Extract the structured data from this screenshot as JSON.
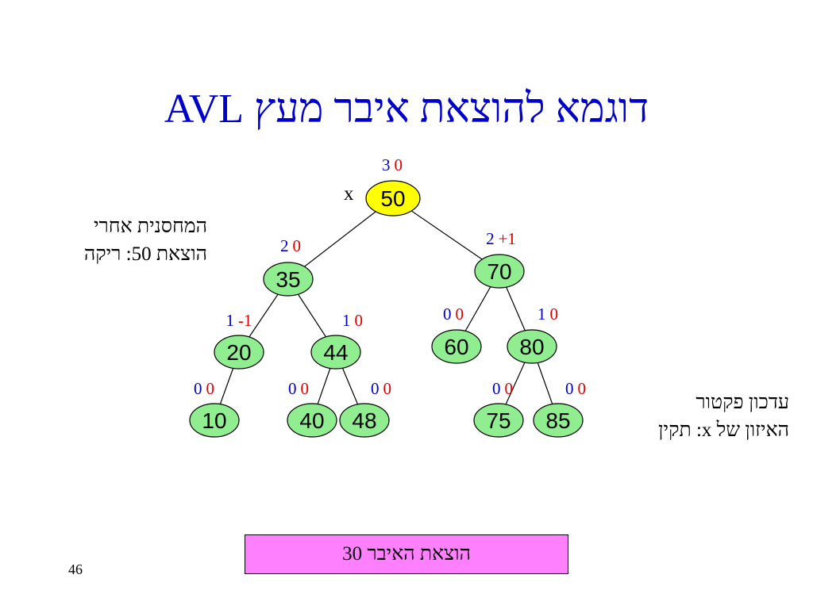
{
  "title": "דוגמא להוצאת איבר מעץ AVL",
  "note_left": {
    "line1": "המחסנית  אחרי",
    "line2": "הוצאת 50: ריקה"
  },
  "note_right": {
    "line1": "עדכון פקטור",
    "line2": "האיזון של x: תקין"
  },
  "pointer_label": "x",
  "tree": {
    "nodes": [
      {
        "id": "50",
        "label": "50",
        "height": "3",
        "balance": "0",
        "highlight": true
      },
      {
        "id": "35",
        "label": "35",
        "height": "2",
        "balance": "0"
      },
      {
        "id": "70",
        "label": "70",
        "height": "2",
        "balance": "+1"
      },
      {
        "id": "20",
        "label": "20",
        "height": "1",
        "balance": "-1"
      },
      {
        "id": "44",
        "label": "44",
        "height": "1",
        "balance": "0"
      },
      {
        "id": "60",
        "label": "60",
        "height": "0",
        "balance": "0"
      },
      {
        "id": "80",
        "label": "80",
        "height": "1",
        "balance": "0"
      },
      {
        "id": "10",
        "label": "10",
        "height": "0",
        "balance": "0"
      },
      {
        "id": "40",
        "label": "40",
        "height": "0",
        "balance": "0"
      },
      {
        "id": "48",
        "label": "48",
        "height": "0",
        "balance": "0"
      },
      {
        "id": "75",
        "label": "75",
        "height": "0",
        "balance": "0"
      },
      {
        "id": "85",
        "label": "85",
        "height": "0",
        "balance": "0"
      }
    ],
    "edges": [
      [
        "50",
        "35"
      ],
      [
        "50",
        "70"
      ],
      [
        "35",
        "20"
      ],
      [
        "35",
        "44"
      ],
      [
        "70",
        "60"
      ],
      [
        "70",
        "80"
      ],
      [
        "20",
        "10"
      ],
      [
        "44",
        "40"
      ],
      [
        "44",
        "48"
      ],
      [
        "80",
        "75"
      ],
      [
        "80",
        "85"
      ]
    ]
  },
  "colors": {
    "title": "#0000cc",
    "node_fill": "#90ee90",
    "root_fill": "#ffff00",
    "height_color": "#0000cc",
    "balance_color": "#dd0000",
    "box_fill": "#ff80ff"
  },
  "action": "הוצאת האיבר 30",
  "page_number": "46"
}
